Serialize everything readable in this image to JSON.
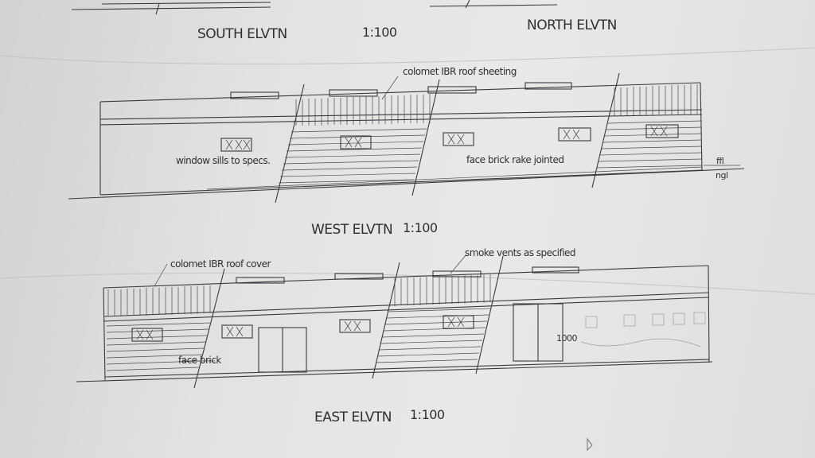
{
  "titles": {
    "south": "SOUTH ELVTN",
    "scale_top": "1:100",
    "north": "NORTH ELVTN",
    "west": "WEST ELVTN",
    "west_scale": "1:100",
    "east": "EAST ELVTN",
    "east_scale": "1:100"
  },
  "notes": {
    "colomet_roof_sheeting": "colomet IBR roof sheeting",
    "window_sills": "window sills to specs.",
    "face_brick_rake": "face brick rake jointed",
    "ffl": "ffl",
    "ngl": "ngl",
    "colomet_roof_cover": "colomet IBR roof cover",
    "smoke_vents": "smoke vents as specified",
    "face_brick": "face brick",
    "east_dim": "1000"
  },
  "colors": {
    "paper": "#e6e6e4",
    "ink": "#3a3a3e"
  }
}
